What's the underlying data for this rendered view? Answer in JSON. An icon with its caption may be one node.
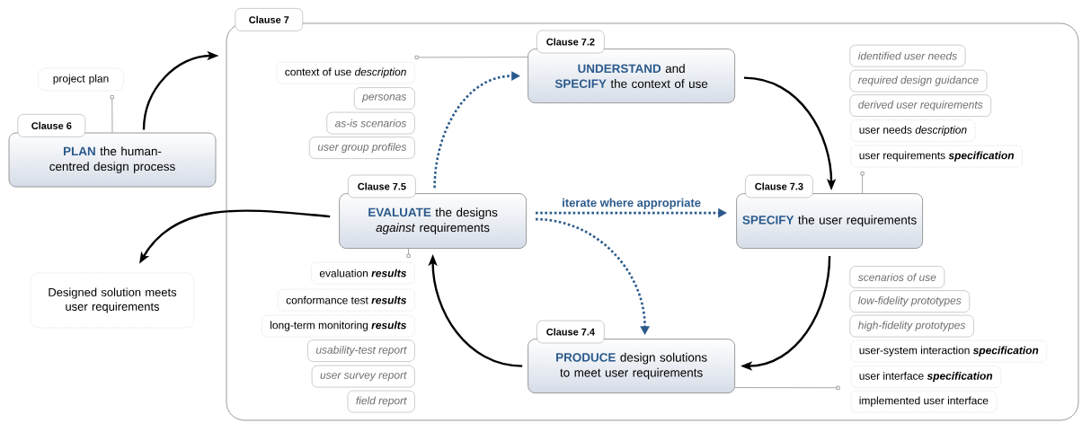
{
  "diagram": {
    "nodes": [
      {
        "text": [
          "Clause 7"
        ]
      },
      {
        "text": [
          "Clause 6",
          "**PLAN** the human-centred design process"
        ]
      },
      {
        "text": [
          "project plan"
        ]
      },
      {
        "text": [
          "Designed solution meets user requirements"
        ]
      },
      {
        "text": [
          "Clause 7.2",
          "**UNDERSTAND** and **SPECIFY** the context of use"
        ],
        "in": 0
      },
      {
        "text": [
          "Clause 7.3",
          "**SPECIFY** the user requirements"
        ],
        "in": 0
      },
      {
        "text": [
          "Clause 7.4",
          "**PRODUCE** design solutions to meet user requirements"
        ],
        "in": 0
      },
      {
        "text": [
          "Clause 7.5",
          "**EVALUATE** the designs *against* requirements"
        ],
        "in": 0
      },
      {
        "text": [
          "context of use *description*"
        ],
        "in": 0
      },
      {
        "text": [
          "personas"
        ],
        "in": 0
      },
      {
        "text": [
          "as-is scenarios"
        ],
        "in": 0
      },
      {
        "text": [
          "user group profiles"
        ],
        "in": 0
      },
      {
        "text": [
          "identified user needs"
        ],
        "in": 0
      },
      {
        "text": [
          "required design guidance"
        ],
        "in": 0
      },
      {
        "text": [
          "derived user requirements"
        ],
        "in": 0
      },
      {
        "text": [
          "user needs *description*"
        ],
        "in": 0
      },
      {
        "text": [
          "user requirements **specification**"
        ],
        "in": 0
      },
      {
        "text": [
          "scenarios of use"
        ],
        "in": 0
      },
      {
        "text": [
          "low-fidelity prototypes"
        ],
        "in": 0
      },
      {
        "text": [
          "high-fidelity prototypes"
        ],
        "in": 0
      },
      {
        "text": [
          "user-system interaction **specification**"
        ],
        "in": 0
      },
      {
        "text": [
          "user interface **specification**"
        ],
        "in": 0
      },
      {
        "text": [
          "implemented user interface"
        ],
        "in": 0
      },
      {
        "text": [
          "evaluation **results**"
        ],
        "in": 0
      },
      {
        "text": [
          "conformance test **results**"
        ],
        "in": 0
      },
      {
        "text": [
          "long-term monitoring **results**"
        ],
        "in": 0
      },
      {
        "text": [
          "usability-test report"
        ],
        "in": 0
      },
      {
        "text": [
          "user survey report"
        ],
        "in": 0
      },
      {
        "text": [
          "field report"
        ],
        "in": 0
      }
    ],
    "edges": [
      {
        "from": 1,
        "to": 0,
        "arrow": "to"
      },
      {
        "from": 2,
        "to": 1,
        "arrow": "other",
        "color": "#808080"
      },
      {
        "from": 8,
        "to": 4,
        "arrow": "other",
        "color": "#808080"
      },
      {
        "from": 16,
        "to": 5,
        "arrow": "other",
        "color": "#808080"
      },
      {
        "from": 23,
        "to": 7,
        "arrow": "other",
        "color": "#808080"
      },
      {
        "from": 21,
        "to": 6,
        "arrow": "other",
        "color": "#808080"
      },
      {
        "from": 4,
        "to": 5,
        "arrow": "to"
      },
      {
        "from": 5,
        "to": 6,
        "arrow": "to"
      },
      {
        "from": 6,
        "to": 7,
        "arrow": "to"
      },
      {
        "from": 7,
        "to": 4,
        "arrow": "to",
        "style": "dashed",
        "color": "#2b5a8c"
      },
      {
        "from": 7,
        "to": 5,
        "arrow": "to",
        "style": "dashed",
        "color": "#2b5a8c",
        "label": "iterate where appropriate"
      },
      {
        "from": 7,
        "to": 6,
        "arrow": "to",
        "style": "dashed",
        "color": "#2b5a8c"
      },
      {
        "from": 7,
        "to": 3,
        "arrow": "to"
      }
    ]
  }
}
